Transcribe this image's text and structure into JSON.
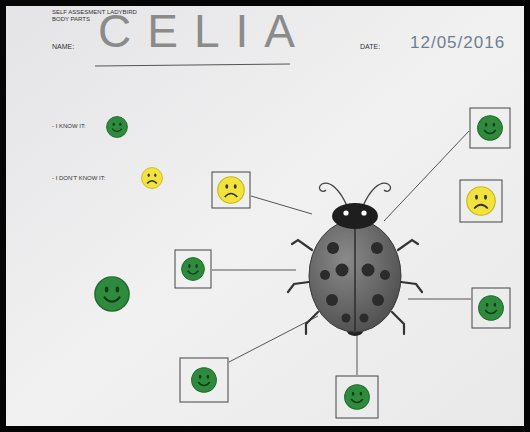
{
  "diagram": {
    "title": "SELF ASSESMENT LADYBIRD BODY PARTS",
    "labels": [
      "NAME:",
      "CELIA",
      "DATE:",
      "12/05/2016",
      "- I KNOW IT:",
      "- I DON'T KNOW IT:"
    ]
  }
}
